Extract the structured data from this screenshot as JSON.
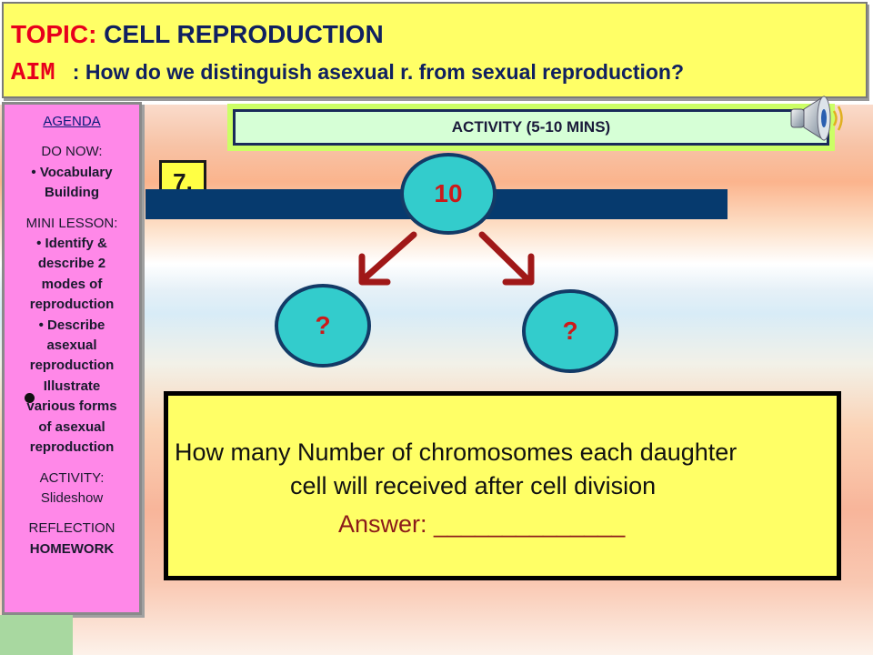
{
  "header": {
    "topic_label": "TOPIC",
    "topic_colon": ": ",
    "topic_text": "CELL REPRODUCTION",
    "aim_label": "AIM",
    "aim_colon": "   : ",
    "aim_text": "How do we  distinguish asexual r. from sexual reproduction?"
  },
  "agenda": {
    "title": "AGENDA",
    "do_now": "DO NOW:",
    "do_now_items": [
      "• Vocabulary",
      "Building"
    ],
    "mini_lesson": "MINI LESSON:",
    "mini_items": [
      "• Identify &",
      "describe 2",
      "modes of",
      "reproduction",
      "• Describe",
      "asexual",
      "reproduction",
      "Illustrate",
      "various forms",
      "of asexual",
      "reproduction"
    ],
    "activity": "ACTIVITY:",
    "activity_item": "Slideshow",
    "reflection": "REFLECTION",
    "homework": "HOMEWORK"
  },
  "activity_banner": "ACTIVITY (5-10 MINS)",
  "slide_number": "7.",
  "diagram": {
    "parent_value": "10",
    "left_child": "?",
    "right_child": "?"
  },
  "question": {
    "line1": "How many Number of chromosomes each daughter",
    "line2": "cell will received after cell division",
    "answer": "Answer: ______________"
  },
  "colors": {
    "header_bg": "#ffff66",
    "agenda_bg": "#ff88e8",
    "circle_fill": "#33cccc",
    "bar": "#063a6e",
    "arrow": "#a01818"
  },
  "icons": {
    "speaker": "speaker-icon"
  }
}
